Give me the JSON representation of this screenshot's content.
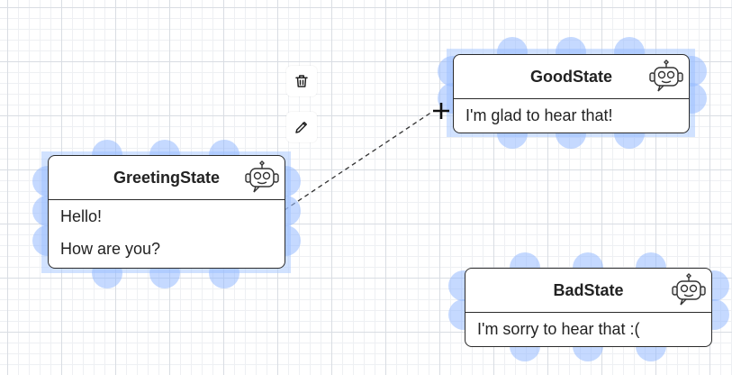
{
  "canvas": {
    "grid": true
  },
  "toolbar": {
    "delete_icon": "trash-icon",
    "edit_icon": "pencil-icon"
  },
  "nodes": [
    {
      "title": "GreetingState",
      "lines": [
        "Hello!",
        "How are you?"
      ],
      "icon": "robot-icon",
      "selected": true
    },
    {
      "title": "GoodState",
      "lines": [
        "I'm glad to hear that!"
      ],
      "icon": "robot-icon",
      "selected": true
    },
    {
      "title": "BadState",
      "lines": [
        "I'm sorry to hear that :("
      ],
      "icon": "robot-icon",
      "selected": true
    }
  ],
  "colors": {
    "selection": "#9cbcff",
    "border": "#2b2b2b",
    "edge": "#333333"
  }
}
